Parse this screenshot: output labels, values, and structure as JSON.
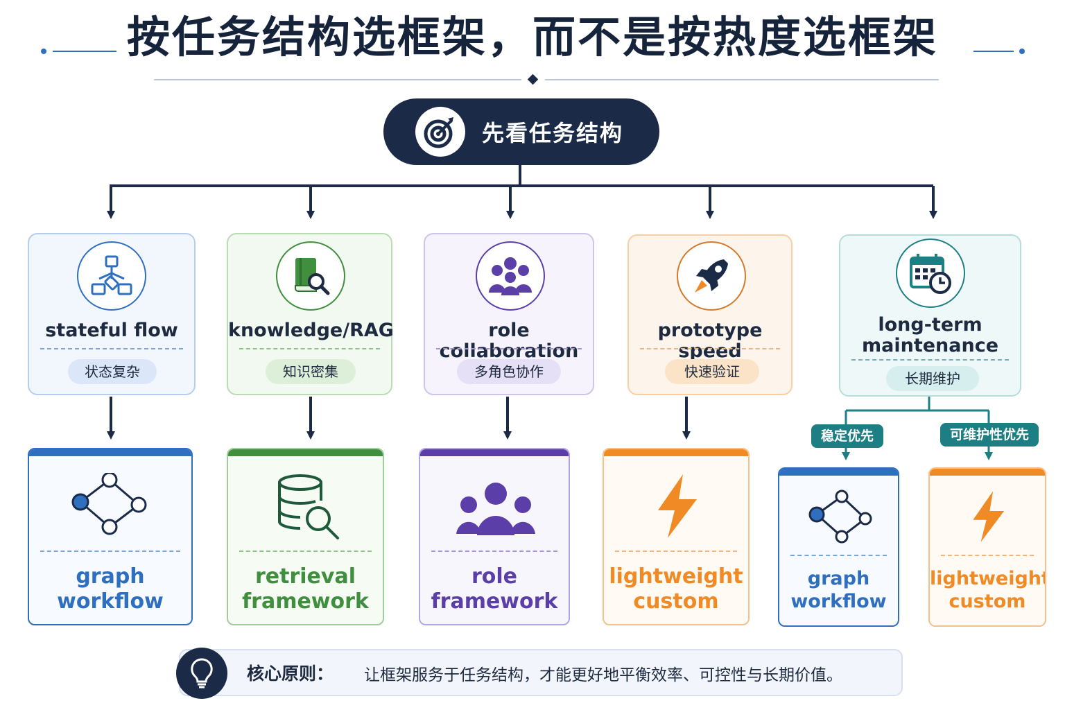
{
  "title": "按任务结构选框架，而不是按热度选框架",
  "root": {
    "label": "先看任务结构",
    "icon": "target-icon"
  },
  "branches": [
    {
      "name": "stateful flow",
      "tag": "状态复杂",
      "icon": "hierarchy-icon",
      "color": "#2f6fbf",
      "result": [
        "graph",
        "workflow"
      ],
      "result_icon": "graph-nodes-icon"
    },
    {
      "name": "knowledge/RAG",
      "tag": "知识密集",
      "icon": "book-search-icon",
      "color": "#3f8f3f",
      "result": [
        "retrieval",
        "framework"
      ],
      "result_icon": "database-search-icon"
    },
    {
      "name": "role collaboration",
      "tag": "多角色协作",
      "icon": "group-icon",
      "color": "#5b3ea8",
      "result": [
        "role",
        "framework"
      ],
      "result_icon": "people-icon"
    },
    {
      "name": "prototype speed",
      "tag": "快速验证",
      "icon": "rocket-icon",
      "color": "#f08a24",
      "result": [
        "lightweight",
        "custom"
      ],
      "result_icon": "lightning-icon"
    },
    {
      "name": "long-term maintenance",
      "tag": "长期维护",
      "icon": "calendar-clock-icon",
      "color": "#1d7f83",
      "split": [
        {
          "tag": "稳定优先",
          "result": [
            "graph",
            "workflow"
          ],
          "result_icon": "graph-nodes-icon"
        },
        {
          "tag": "可维护性优先",
          "result": [
            "lightweight",
            "custom"
          ],
          "result_icon": "lightning-icon"
        }
      ]
    }
  ],
  "footer": {
    "heading": "核心原则：",
    "text": "让框架服务于任务结构，才能更好地平衡效率、可控性与长期价值。",
    "icon": "lightbulb-icon"
  }
}
